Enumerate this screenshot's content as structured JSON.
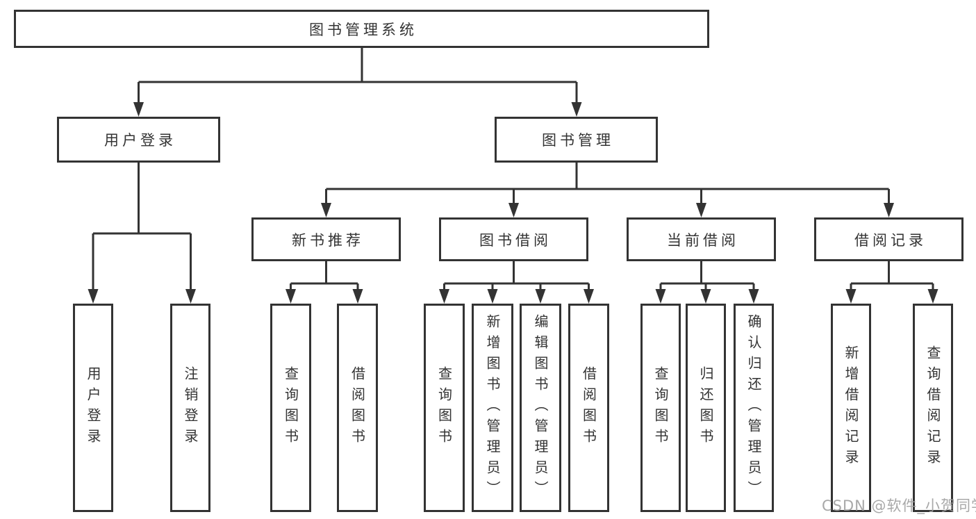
{
  "diagram": {
    "title": "图书管理系统",
    "nodes": {
      "root": {
        "label": "图书管理系统"
      },
      "user_login": {
        "label": "用户登录"
      },
      "book_management": {
        "label": "图书管理"
      },
      "new_book_recommend": {
        "label": "新书推荐"
      },
      "book_borrowing": {
        "label": "图书借阅"
      },
      "current_borrowing": {
        "label": "当前借阅"
      },
      "borrowing_records": {
        "label": "借阅记录"
      },
      "leaf_user_login": {
        "label": "用户登录"
      },
      "leaf_logout_login": {
        "label": "注销登录"
      },
      "leaf_query_books_rec": {
        "label": "查询图书"
      },
      "leaf_borrow_books_rec": {
        "label": "借阅图书"
      },
      "leaf_query_books_borrow": {
        "label": "查询图书"
      },
      "leaf_add_books_admin": {
        "label": "新增图书（管理员）"
      },
      "leaf_edit_books_admin": {
        "label": "编辑图书（管理员）"
      },
      "leaf_borrow_books_borrow": {
        "label": "借阅图书"
      },
      "leaf_query_books_current": {
        "label": "查询图书"
      },
      "leaf_return_books": {
        "label": "归还图书"
      },
      "leaf_confirm_return_admin": {
        "label": "确认归还（管理员）"
      },
      "leaf_add_borrow_record": {
        "label": "新增借阅记录"
      },
      "leaf_query_borrow_record": {
        "label": "查询借阅记录"
      }
    },
    "edges": [
      {
        "from": "root",
        "to": [
          "user_login",
          "book_management"
        ]
      },
      {
        "from": "user_login",
        "to": [
          "leaf_user_login",
          "leaf_logout_login"
        ]
      },
      {
        "from": "book_management",
        "to": [
          "new_book_recommend",
          "book_borrowing",
          "current_borrowing",
          "borrowing_records"
        ]
      },
      {
        "from": "new_book_recommend",
        "to": [
          "leaf_query_books_rec",
          "leaf_borrow_books_rec"
        ]
      },
      {
        "from": "book_borrowing",
        "to": [
          "leaf_query_books_borrow",
          "leaf_add_books_admin",
          "leaf_edit_books_admin",
          "leaf_borrow_books_borrow"
        ]
      },
      {
        "from": "current_borrowing",
        "to": [
          "leaf_query_books_current",
          "leaf_return_books",
          "leaf_confirm_return_admin"
        ]
      },
      {
        "from": "borrowing_records",
        "to": [
          "leaf_add_borrow_record",
          "leaf_query_borrow_record"
        ]
      }
    ],
    "colors": {
      "line": "#333333",
      "box_border": "#333333",
      "box_background": "#ffffff",
      "text": "#333333",
      "page_background": "#ffffff",
      "watermark": "#9e9e9e"
    }
  },
  "watermark": {
    "text": "CSDN @软件_小贺同学"
  }
}
